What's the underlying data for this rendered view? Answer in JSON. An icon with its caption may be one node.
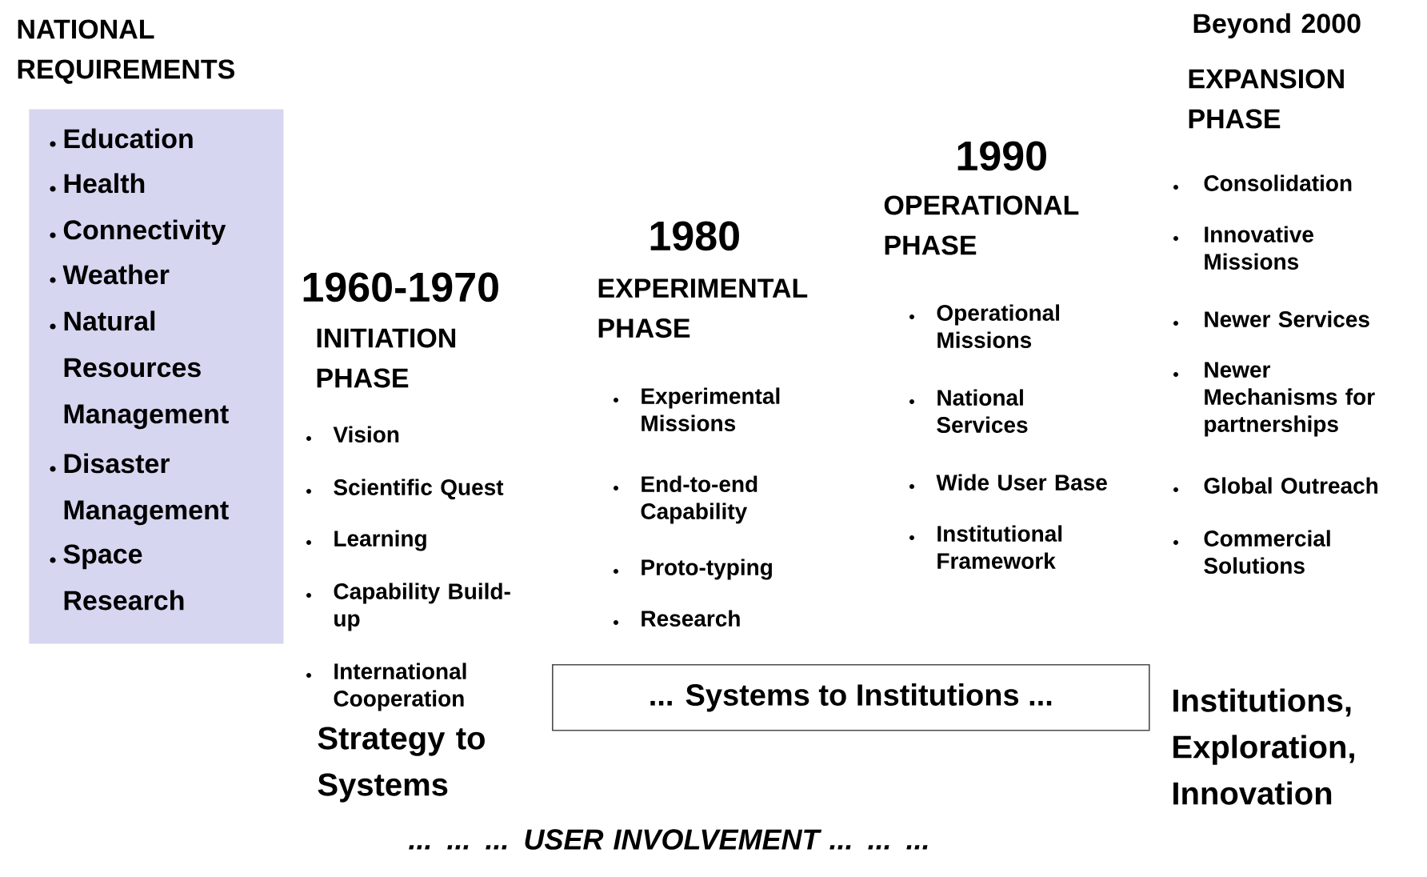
{
  "diagram": {
    "nodes": [
      {
        "text": [
          "NATIONAL REQUIREMENTS",
          "Education",
          "Health",
          "Connectivity",
          "Weather",
          "Natural Resources Management",
          "Disaster Management",
          "Space Research"
        ]
      },
      {
        "text": [
          "... Systems to Institutions ..."
        ]
      }
    ],
    "labels": [
      "1960-1970",
      "INITIATION PHASE",
      "Vision",
      "Scientific Quest",
      "Learning",
      "Capability Build-up",
      "International Cooperation",
      "1980",
      "EXPERIMENTAL PHASE",
      "Experimental Missions",
      "End-to-end Capability",
      "Proto-typing",
      "Research",
      "1990",
      "OPERATIONAL PHASE",
      "Operational Missions",
      "National Services",
      "Wide User Base",
      "Institutional Framework",
      "Beyond 2000",
      "EXPANSION PHASE",
      "Consolidation",
      "Innovative Missions",
      "Newer Services",
      "Newer Mechanisms for partnerships",
      "Global Outreach",
      "Commercial Solutions",
      "Strategy to Systems",
      "Institutions, Exploration, Innovation",
      "... ... ... USER INVOLVEMENT ... ... ..."
    ]
  }
}
